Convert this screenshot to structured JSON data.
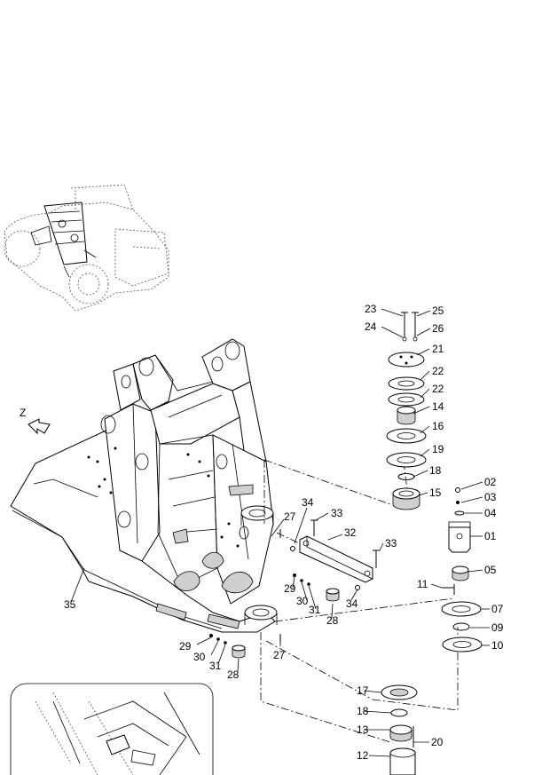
{
  "view_marker": "Z",
  "callouts": [
    {
      "id": "c23",
      "text": "23"
    },
    {
      "id": "c25",
      "text": "25"
    },
    {
      "id": "c24",
      "text": "24"
    },
    {
      "id": "c26",
      "text": "26"
    },
    {
      "id": "c21",
      "text": "21"
    },
    {
      "id": "c22a",
      "text": "22"
    },
    {
      "id": "c22b",
      "text": "22"
    },
    {
      "id": "c14",
      "text": "14"
    },
    {
      "id": "c16",
      "text": "16"
    },
    {
      "id": "c19",
      "text": "19"
    },
    {
      "id": "c18a",
      "text": "18"
    },
    {
      "id": "c15",
      "text": "15"
    },
    {
      "id": "c02",
      "text": "02"
    },
    {
      "id": "c03",
      "text": "03"
    },
    {
      "id": "c04",
      "text": "04"
    },
    {
      "id": "c01",
      "text": "01"
    },
    {
      "id": "c05",
      "text": "05"
    },
    {
      "id": "c11",
      "text": "11"
    },
    {
      "id": "c07",
      "text": "07"
    },
    {
      "id": "c09",
      "text": "09"
    },
    {
      "id": "c10",
      "text": "10"
    },
    {
      "id": "c34a",
      "text": "34"
    },
    {
      "id": "c33a",
      "text": "33"
    },
    {
      "id": "c27a",
      "text": "27"
    },
    {
      "id": "c32",
      "text": "32"
    },
    {
      "id": "c33b",
      "text": "33"
    },
    {
      "id": "c29a",
      "text": "29"
    },
    {
      "id": "c30a",
      "text": "30"
    },
    {
      "id": "c31a",
      "text": "31"
    },
    {
      "id": "c28a",
      "text": "28"
    },
    {
      "id": "c34b",
      "text": "34"
    },
    {
      "id": "c35",
      "text": "35"
    },
    {
      "id": "c29b",
      "text": "29"
    },
    {
      "id": "c30b",
      "text": "30"
    },
    {
      "id": "c31b",
      "text": "31"
    },
    {
      "id": "c28b",
      "text": "28"
    },
    {
      "id": "c27b",
      "text": "27"
    },
    {
      "id": "c17",
      "text": "17"
    },
    {
      "id": "c18b",
      "text": "18"
    },
    {
      "id": "c13",
      "text": "13"
    },
    {
      "id": "c20",
      "text": "20"
    },
    {
      "id": "c12",
      "text": "12"
    }
  ]
}
